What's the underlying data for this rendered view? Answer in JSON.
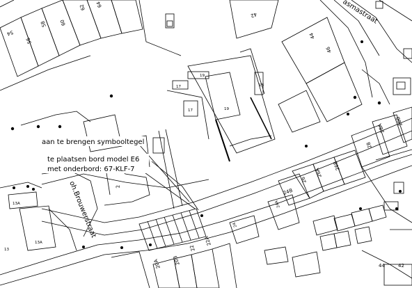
{
  "annotations": {
    "line1": "aan te brengen symbooltegel",
    "line2": "te plaatsen bord model E6",
    "line3": "met onderbord: 67-KLF-7"
  },
  "streets": {
    "brouwerstraat": "oh.Brouwerstraat",
    "asmastraat": "asmastraat"
  },
  "house_numbers": {
    "n54": "54",
    "n56": "56",
    "n58": "58",
    "n60": "60",
    "n62": "62",
    "n64": "64",
    "n42": "42",
    "n44": "44",
    "n46": "46",
    "n17": "17",
    "n19": "19",
    "n1b": "1B",
    "n2": "2",
    "n13a": "13A",
    "n13": "13",
    "n20": "20",
    "n20a": "20A",
    "n20b": "20B",
    "n22": "22",
    "n22a": "22A",
    "n24": "24",
    "n24a": "24A",
    "n24b": "24B",
    "n26": "26",
    "n26a": "26A",
    "n26b": "26B",
    "n28": "28",
    "n28a": "28A",
    "n28b": "28B",
    "n44b": "44",
    "n42b": "42"
  }
}
